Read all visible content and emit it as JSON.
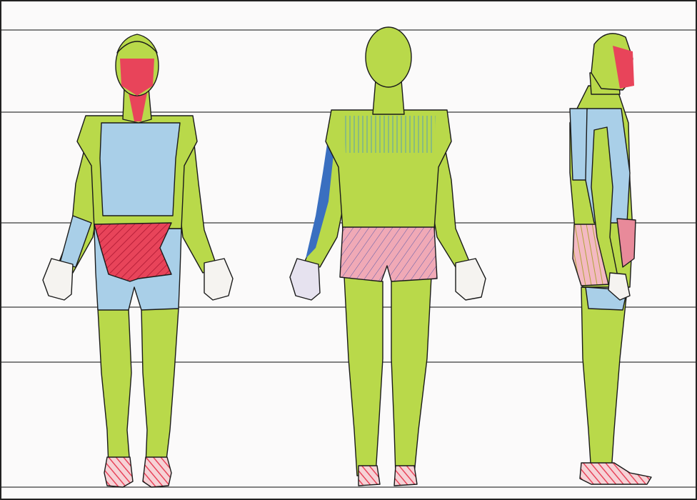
{
  "image": {
    "paper_color": "#fbfafa",
    "rule_color": "#3a3a3a",
    "views": [
      "front",
      "back",
      "side"
    ],
    "palette": {
      "yellow_green": "#b9d94a",
      "light_blue": "#a9cfe8",
      "red": "#e8445a",
      "pink": "#f0a9b6",
      "blue_stroke": "#3a6fc0",
      "ink": "#1a1a1a"
    }
  }
}
